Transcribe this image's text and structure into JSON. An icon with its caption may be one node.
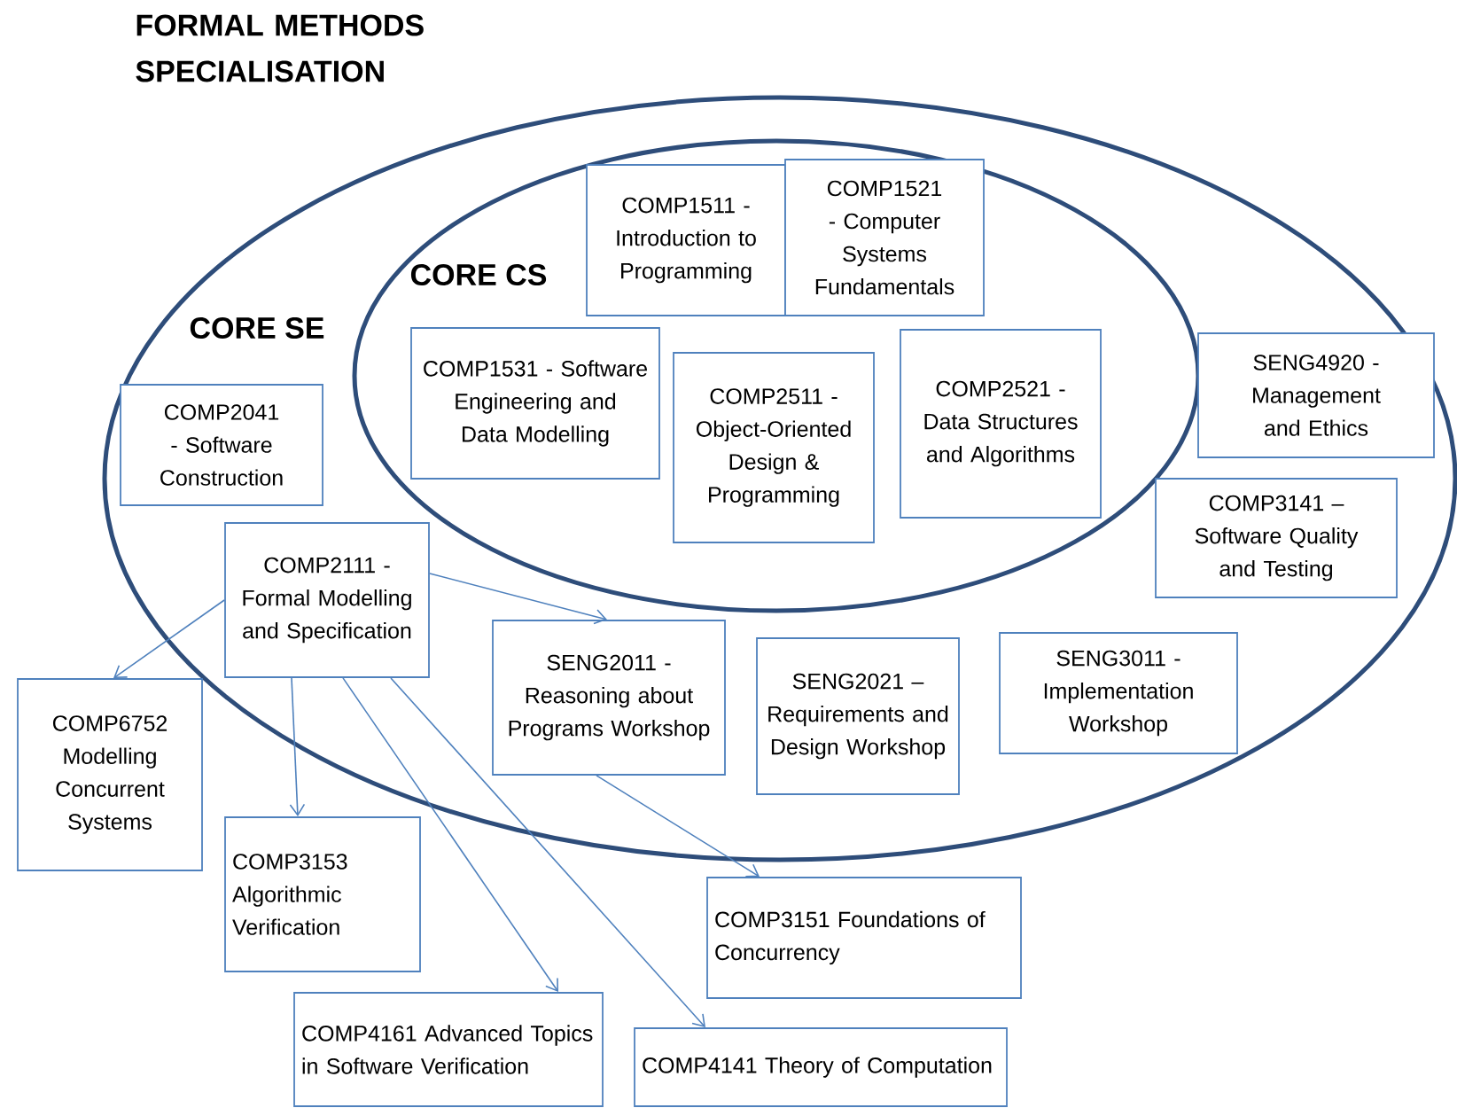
{
  "diagram": {
    "title": "FORMAL METHODS SPECIALISATION",
    "nodes": [
      {
        "text": [
          "CORE SE"
        ]
      },
      {
        "text": [
          "CORE CS"
        ],
        "in": 0
      },
      {
        "text": [
          "COMP1511 - Introduction to Programming"
        ],
        "in": 1
      },
      {
        "text": [
          "COMP1521 - Computer Systems Fundamentals"
        ],
        "in": 1
      },
      {
        "text": [
          "COMP1531 - Software Engineering and Data Modelling"
        ],
        "in": 1
      },
      {
        "text": [
          "COMP2511 - Object-Oriented Design & Programming"
        ],
        "in": 1
      },
      {
        "text": [
          "COMP2521 - Data Structures and Algorithms"
        ],
        "in": 1
      },
      {
        "text": [
          "COMP2041 - Software Construction"
        ],
        "in": 0
      },
      {
        "text": [
          "SENG4920 - Management and Ethics"
        ],
        "in": 0
      },
      {
        "text": [
          "COMP3141 – Software Quality and Testing"
        ],
        "in": 0
      },
      {
        "text": [
          "COMP2111 - Formal Modelling and Specification"
        ],
        "in": 0
      },
      {
        "text": [
          "SENG2011 - Reasoning about Programs Workshop"
        ],
        "in": 0
      },
      {
        "text": [
          "SENG2021 – Requirements and Design Workshop"
        ],
        "in": 0
      },
      {
        "text": [
          "SENG3011 - Implementation Workshop"
        ],
        "in": 0
      },
      {
        "text": [
          "COMP6752 Modelling Concurrent Systems"
        ]
      },
      {
        "text": [
          "COMP3153 Algorithmic Verification"
        ]
      },
      {
        "text": [
          "COMP3151 Foundations of Concurrency"
        ]
      },
      {
        "text": [
          "COMP4161 Advanced Topics in Software Verification"
        ]
      },
      {
        "text": [
          "COMP4141 Theory of Computation"
        ]
      }
    ],
    "edges": [
      {
        "from": 10,
        "to": 14,
        "arrow": "to"
      },
      {
        "from": 10,
        "to": 11,
        "arrow": "to"
      },
      {
        "from": 10,
        "to": 15,
        "arrow": "to"
      },
      {
        "from": 10,
        "to": 17,
        "arrow": "to"
      },
      {
        "from": 10,
        "to": 18,
        "arrow": "to"
      },
      {
        "from": 11,
        "to": 16,
        "arrow": "to"
      }
    ]
  }
}
